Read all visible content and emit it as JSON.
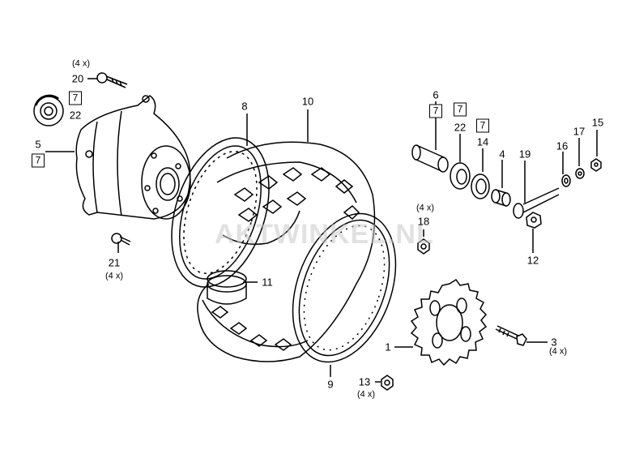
{
  "watermark": "AKTWINKEL.NL",
  "labels": {
    "p1": "1",
    "p3": "3",
    "p4": "4",
    "p5": "5",
    "p6": "6",
    "p8": "8",
    "p9": "9",
    "p10": "10",
    "p11": "11",
    "p12": "12",
    "p13": "13",
    "p14": "14",
    "p15": "15",
    "p16": "16",
    "p17": "17",
    "p18": "18",
    "p19": "19",
    "p20": "20",
    "p21": "21",
    "p22a": "22",
    "p22b": "22"
  },
  "boxes": {
    "b5": "7",
    "b6": "7",
    "b22a": "7",
    "b22b": "7",
    "b14": "7"
  },
  "quantities": {
    "q20": "(4 x)",
    "q21": "(4 x)",
    "q18": "(4 x)",
    "q3": "(4 x)",
    "q13": "(4 x)"
  }
}
